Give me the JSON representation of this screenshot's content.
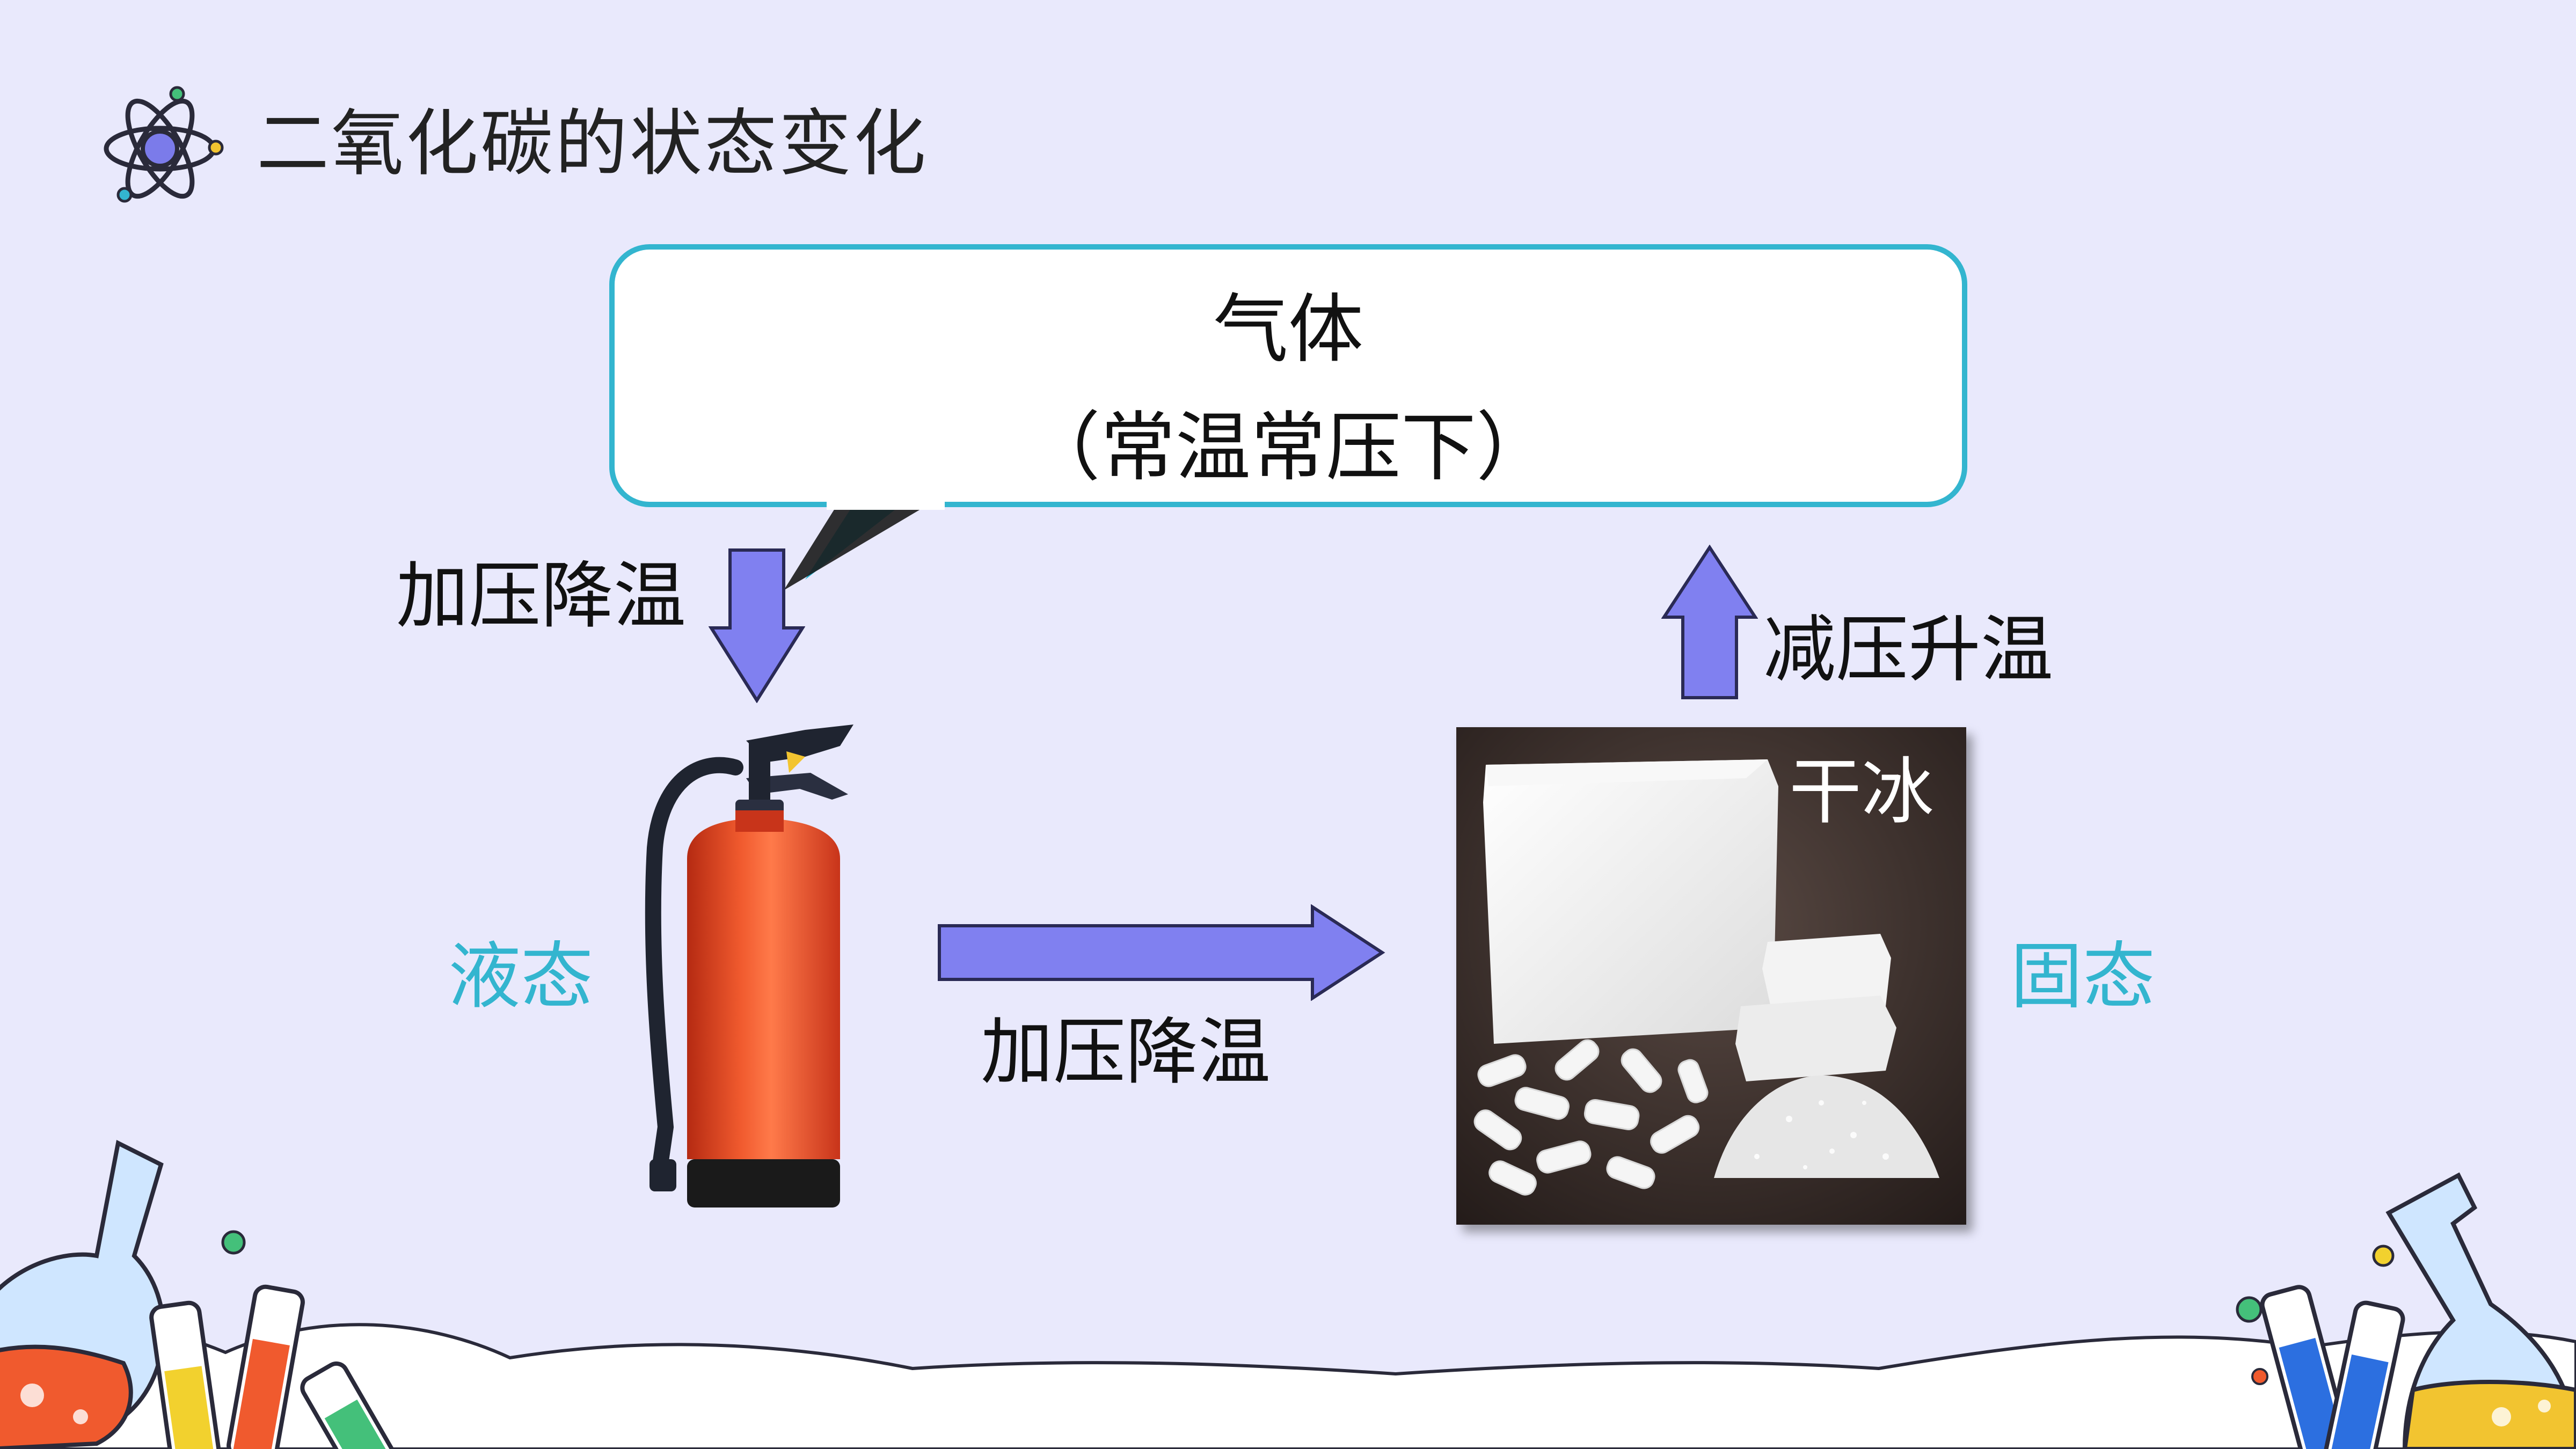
{
  "slide": {
    "title": "二氧化碳的状态变化",
    "bubble": {
      "line1": "气体",
      "line2": "（常温常压下）"
    },
    "transitions": {
      "gas_to_liquid": "加压降温",
      "liquid_to_solid": "加压降温",
      "solid_to_gas": "减压升温"
    },
    "states": {
      "liquid": "液态",
      "solid": "固态"
    },
    "photo_label": "干冰"
  },
  "icons": {
    "title_icon": "atom-icon",
    "liquid_image": "fire-extinguisher",
    "solid_image": "dry-ice-photo",
    "decor_left": "lab-flasks-decoration",
    "decor_right": "lab-flasks-decoration"
  },
  "colors": {
    "background": "#e9e9fc",
    "bubble_border": "#33b5cf",
    "arrow_fill": "#8080f0",
    "state_text": "#33b5cf",
    "extinguisher_red": "#e8401f"
  }
}
